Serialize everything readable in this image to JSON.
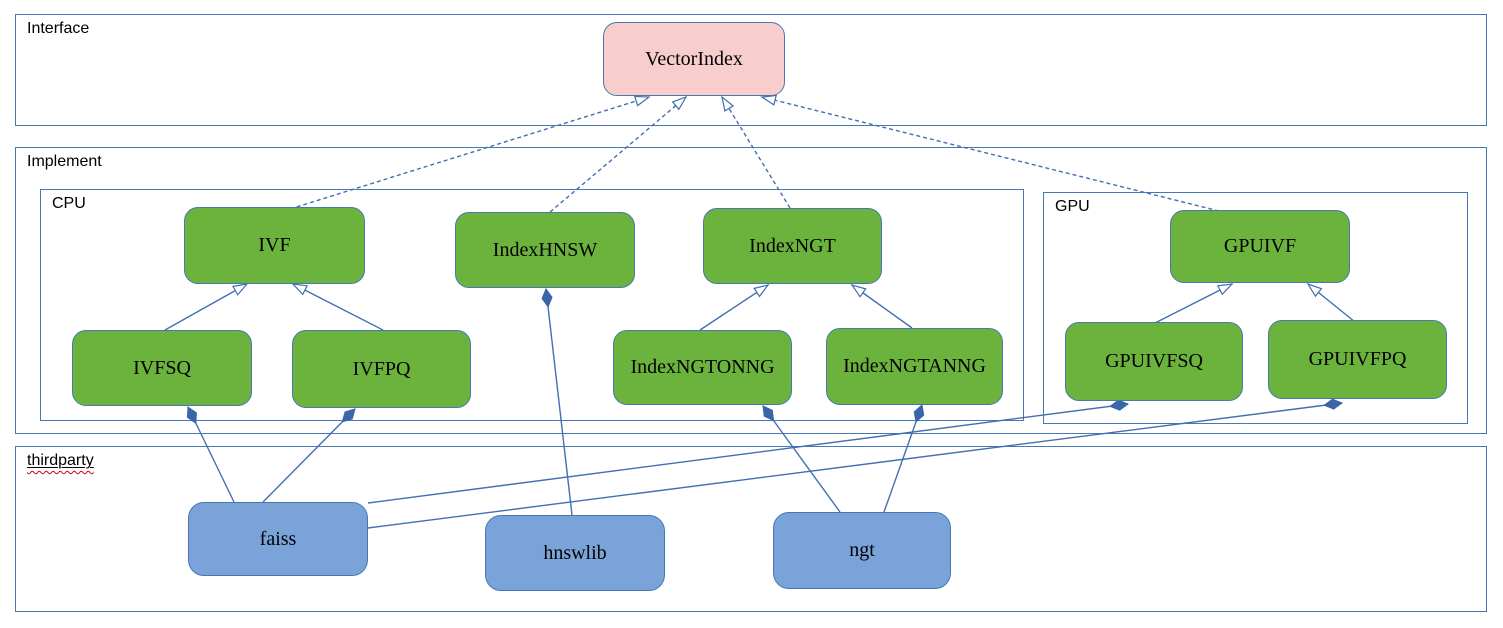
{
  "diagram": {
    "containers": {
      "interface": {
        "label": "Interface"
      },
      "implement": {
        "label": "Implement"
      },
      "cpu": {
        "label": "CPU"
      },
      "gpu": {
        "label": "GPU"
      },
      "thirdparty": {
        "label": "thirdparty"
      }
    },
    "nodes": {
      "vectorindex": {
        "label": "VectorIndex",
        "group": "interface"
      },
      "ivf": {
        "label": "IVF",
        "group": "cpu"
      },
      "indexhnsw": {
        "label": "IndexHNSW",
        "group": "cpu"
      },
      "indexngt": {
        "label": "IndexNGT",
        "group": "cpu"
      },
      "gpuivf": {
        "label": "GPUIVF",
        "group": "gpu"
      },
      "ivfsq": {
        "label": "IVFSQ",
        "group": "cpu"
      },
      "ivfpq": {
        "label": "IVFPQ",
        "group": "cpu"
      },
      "indexngtonng": {
        "label": "IndexNGTONNG",
        "group": "cpu"
      },
      "indexngtanng": {
        "label": "IndexNGTANNG",
        "group": "cpu"
      },
      "gpuivfsq": {
        "label": "GPUIVFSQ",
        "group": "gpu"
      },
      "gpuivfpq": {
        "label": "GPUIVFPQ",
        "group": "gpu"
      },
      "faiss": {
        "label": "faiss",
        "group": "thirdparty"
      },
      "hnswlib": {
        "label": "hnswlib",
        "group": "thirdparty"
      },
      "ngt": {
        "label": "ngt",
        "group": "thirdparty"
      }
    },
    "edges": [
      {
        "from": "IVF",
        "to": "VectorIndex",
        "type": "realization"
      },
      {
        "from": "IndexHNSW",
        "to": "VectorIndex",
        "type": "realization"
      },
      {
        "from": "IndexNGT",
        "to": "VectorIndex",
        "type": "realization"
      },
      {
        "from": "GPUIVF",
        "to": "VectorIndex",
        "type": "realization"
      },
      {
        "from": "IVFSQ",
        "to": "IVF",
        "type": "generalization"
      },
      {
        "from": "IVFPQ",
        "to": "IVF",
        "type": "generalization"
      },
      {
        "from": "IndexNGTONNG",
        "to": "IndexNGT",
        "type": "generalization"
      },
      {
        "from": "IndexNGTANNG",
        "to": "IndexNGT",
        "type": "generalization"
      },
      {
        "from": "GPUIVFSQ",
        "to": "GPUIVF",
        "type": "generalization"
      },
      {
        "from": "GPUIVFPQ",
        "to": "GPUIVF",
        "type": "generalization"
      },
      {
        "from": "faiss",
        "to": "IVFSQ",
        "type": "composition"
      },
      {
        "from": "faiss",
        "to": "IVFPQ",
        "type": "composition"
      },
      {
        "from": "faiss",
        "to": "GPUIVFSQ",
        "type": "composition"
      },
      {
        "from": "faiss",
        "to": "GPUIVFPQ",
        "type": "composition"
      },
      {
        "from": "hnswlib",
        "to": "IndexHNSW",
        "type": "composition"
      },
      {
        "from": "ngt",
        "to": "IndexNGTONNG",
        "type": "composition"
      },
      {
        "from": "ngt",
        "to": "IndexNGTANNG",
        "type": "composition"
      }
    ],
    "colors": {
      "interface_node_fill": "#f8cecc",
      "implement_node_fill": "#6cb33e",
      "thirdparty_node_fill": "#7aa4d9",
      "container_border": "#4778b3",
      "connector": "#416fb0",
      "spellcheck_underline": "#d40000"
    }
  }
}
